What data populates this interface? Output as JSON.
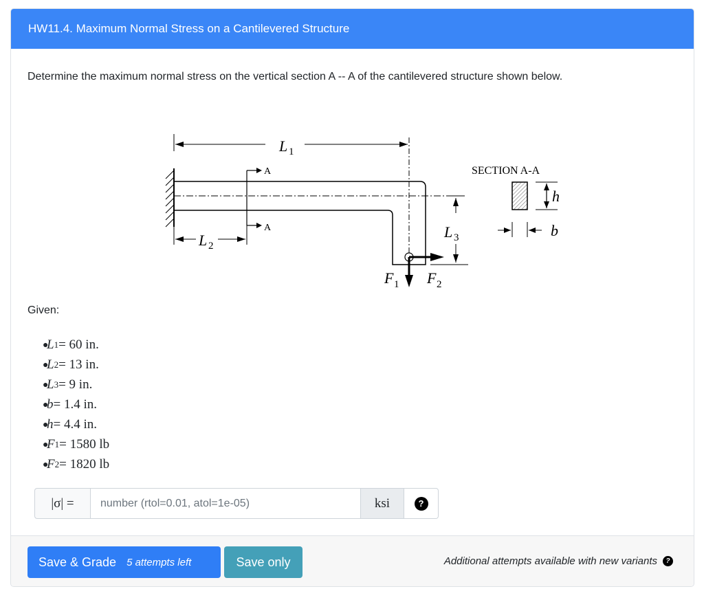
{
  "header": {
    "title": "HW11.4. Maximum Normal Stress on a Cantilevered Structure"
  },
  "prompt": "Determine the maximum normal stress on the vertical section A -- A of the cantilevered structure shown below.",
  "diagram": {
    "section_label": "SECTION A-A",
    "cut_label": "A",
    "L1": "L",
    "L1_sub": "1",
    "L2": "L",
    "L2_sub": "2",
    "L3": "L",
    "L3_sub": "3",
    "F1": "F",
    "F1_sub": "1",
    "F2": "F",
    "F2_sub": "2",
    "h": "h",
    "b": "b"
  },
  "given": {
    "label": "Given:",
    "items": [
      {
        "var": "L",
        "sub": "1",
        "eq": " = 60 in."
      },
      {
        "var": "L",
        "sub": "2",
        "eq": " = 13 in."
      },
      {
        "var": "L",
        "sub": "3",
        "eq": " = 9 in."
      },
      {
        "var": "b",
        "sub": "",
        "eq": " = 1.4 in."
      },
      {
        "var": "h",
        "sub": "",
        "eq": " = 4.4 in."
      },
      {
        "var": "F",
        "sub": "1",
        "eq": " = 1580 lb"
      },
      {
        "var": "F",
        "sub": "2",
        "eq": " = 1820 lb"
      }
    ]
  },
  "answer": {
    "label": "|σ| =",
    "placeholder": "number (rtol=0.01, atol=1e-05)",
    "unit": "ksi",
    "help": "?"
  },
  "footer": {
    "grade_label": "Save & Grade",
    "attempts": "5 attempts left",
    "save_label": "Save only",
    "note": "Additional attempts available with new variants",
    "help": "?"
  },
  "colors": {
    "header_bg": "#3a86f7",
    "grade_btn": "#2f7ef6",
    "save_btn": "#44a0b8"
  }
}
